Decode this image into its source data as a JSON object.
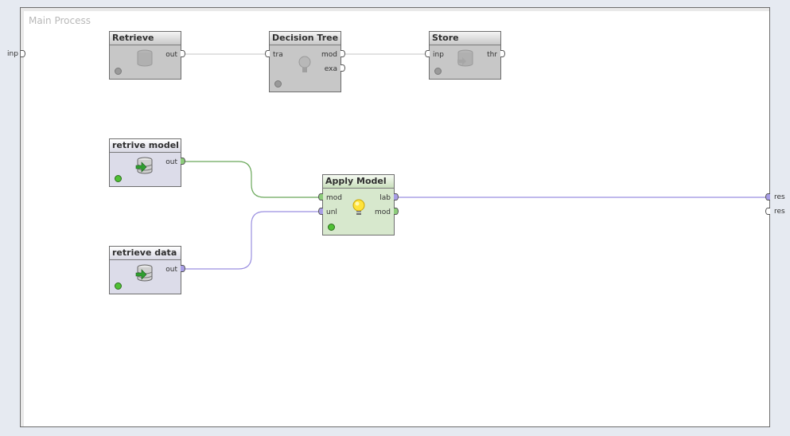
{
  "process": {
    "title": "Main Process"
  },
  "process_ports": {
    "left_input": "inp",
    "right_result_1": "res",
    "right_result_2": "res"
  },
  "operators": {
    "retrieve": {
      "title": "Retrieve",
      "ports": {
        "out": "out"
      },
      "state": "disabled"
    },
    "decision_tree": {
      "title": "Decision Tree",
      "ports": {
        "tra": "tra",
        "mod": "mod",
        "exa": "exa"
      },
      "state": "disabled"
    },
    "store": {
      "title": "Store",
      "ports": {
        "inp": "inp",
        "thr": "thr"
      },
      "state": "disabled"
    },
    "retrive_model": {
      "title": "retrive model",
      "ports": {
        "out": "out"
      },
      "state": "ok"
    },
    "retrieve_data": {
      "title": "retrieve data ...",
      "ports": {
        "out": "out"
      },
      "state": "ok"
    },
    "apply_model": {
      "title": "Apply Model",
      "ports": {
        "mod_in": "mod",
        "unl": "unl",
        "lab": "lab",
        "mod_out": "mod"
      },
      "state": "ok"
    }
  },
  "colors": {
    "model_wire": "#6aa85a",
    "data_wire": "#9a8fe0",
    "disabled_wire": "#c4c4c4"
  }
}
